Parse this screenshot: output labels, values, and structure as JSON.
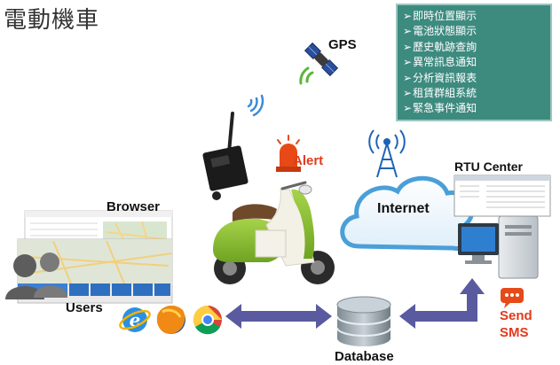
{
  "title": "電動機車",
  "features": [
    "即時位置顯示",
    "電池狀態顯示",
    "歷史軌跡查詢",
    "異常訊息通知",
    "分析資訊報表",
    "租賃群組系統",
    "緊急事件通知"
  ],
  "labels": {
    "gps": "GPS",
    "alert": "Alert",
    "browser": "Browser",
    "users": "Users",
    "internet": "Internet",
    "rtu_center": "RTU Center",
    "send": "Send",
    "sms": "SMS",
    "database": "Database"
  },
  "colors": {
    "feature_bg": "#3d8a7f",
    "arrow": "#5a5aa0",
    "alert_red": "#e23a1c",
    "cloud_blue": "#4a9fd8"
  }
}
